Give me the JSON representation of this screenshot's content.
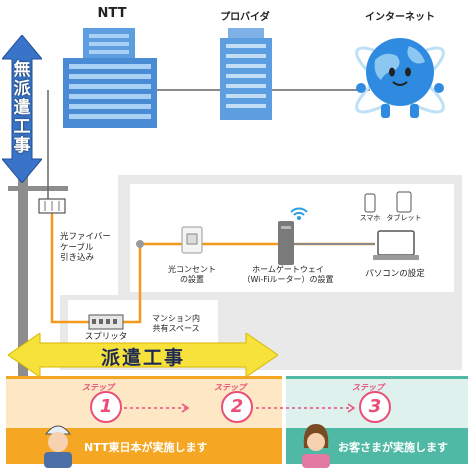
{
  "header": {
    "ntt": "NTT",
    "provider": "プロバイダ",
    "internet": "インターネット"
  },
  "no_dispatch": {
    "text_chars": [
      "無",
      "派",
      "遣",
      "工",
      "事"
    ]
  },
  "fiber_label": [
    "光ファイバー",
    "ケーブル",
    "引き込み"
  ],
  "devices": {
    "outlet": [
      "光コンセント",
      "の設置"
    ],
    "gateway": [
      "ホームゲートウェイ",
      "（Wi-Fiルーター）の設置"
    ],
    "pc": "パソコンの設定",
    "phone": "スマホ",
    "tablet": "タブレット"
  },
  "splitter": "スプリッタ",
  "shared_space": [
    "マンション内",
    "共有スペース"
  ],
  "dispatch_banner": "派遣工事",
  "steps": [
    {
      "tag": "ステップ",
      "number": "1"
    },
    {
      "tag": "ステップ",
      "number": "2"
    },
    {
      "tag": "ステップ",
      "number": "3"
    }
  ],
  "bottom": {
    "ntt_label": "NTT東日本が実施します",
    "customer_label": "お客さまが実施します"
  },
  "colors": {
    "orange_line": "#f39a1e",
    "gray_line": "#8a8a8a",
    "blue_arrow": "#3a74c8",
    "yellow_arrow": "#f7e23b",
    "orange_band": "#f5a623",
    "teal_band": "#4fb9a6",
    "step_pink": "#e94e78"
  }
}
